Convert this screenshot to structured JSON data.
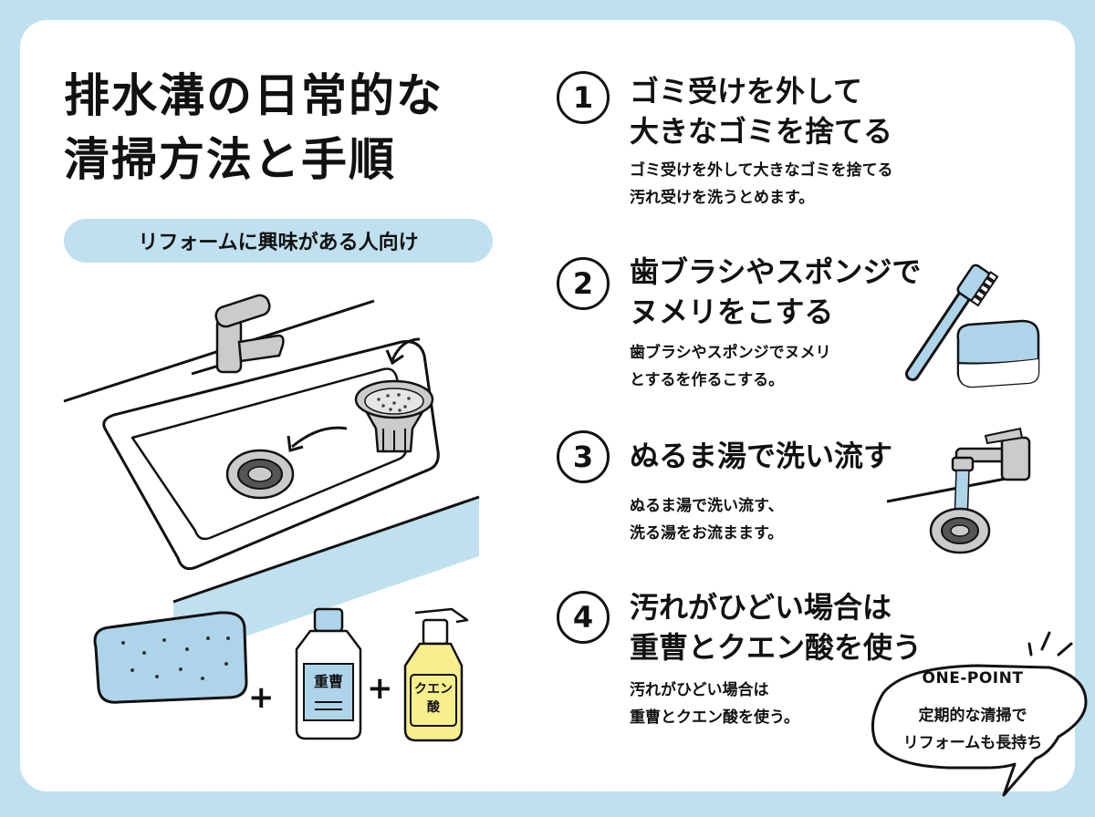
{
  "title": "排水溝の日常的な\n清掃方法と手順",
  "audience_tag": "リフォームに興味がある人向け",
  "steps": [
    {
      "number": "1",
      "heading": "ゴミ受けを外して\n大きなゴミを捨てる",
      "description": "ゴミ受けを外して大きなゴミを捨てる\n汚れ受けを洗うとめます。"
    },
    {
      "number": "2",
      "heading": "歯ブラシやスポンジで\nヌメリをこする",
      "description": "歯ブラシやスポンジでヌメリ\nとするを作るこする。"
    },
    {
      "number": "3",
      "heading": "ぬるま湯で洗い流す",
      "description": "ぬるま湯で洗い流す、\n洗る湯をお流まます。"
    },
    {
      "number": "4",
      "heading": "汚れがひどい場合は\n重曹とクエン酸を使う",
      "description": "汚れがひどい場合は\n重曹とクエン酸を使う。"
    }
  ],
  "products": {
    "plus": "+",
    "bottle_label": "重曹",
    "spray_label_line1": "クエン",
    "spray_label_line2": "酸"
  },
  "one_point": {
    "label": "ONE-POINT",
    "line1": "定期的な清掃で",
    "line2": "リフォームも長持ち"
  },
  "colors": {
    "background": "#bfe0ee",
    "card": "#ffffff",
    "sink_blue": "#bfe0ee",
    "sponge_blue": "#aed4ea",
    "spray_yellow": "#f7ef8c",
    "metal_gray": "#c9cbcd",
    "ink": "#111111"
  }
}
